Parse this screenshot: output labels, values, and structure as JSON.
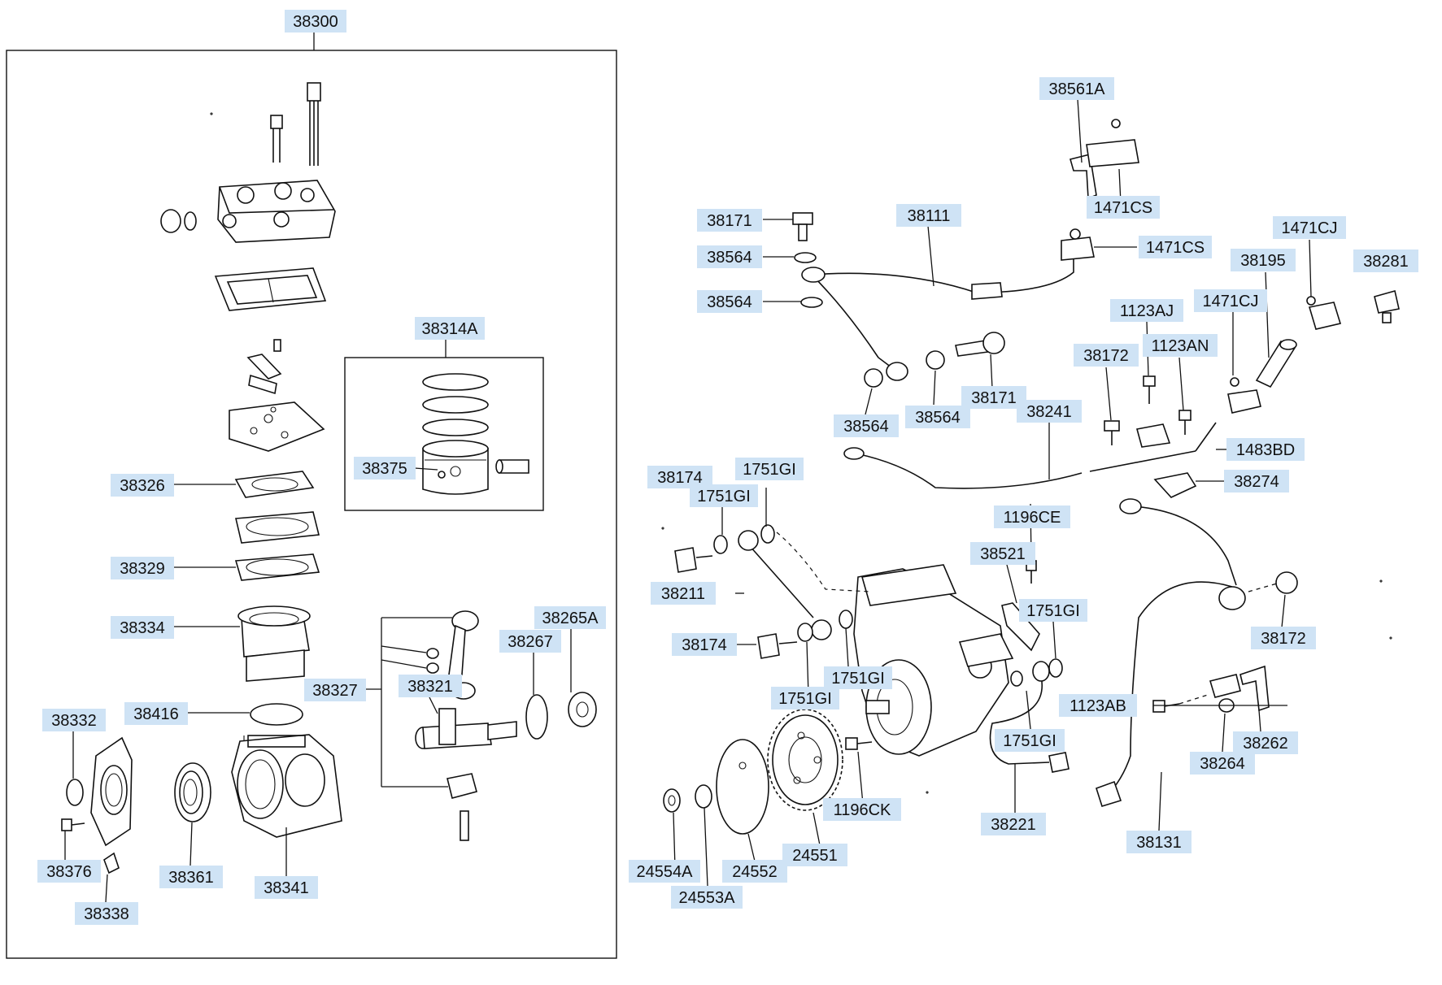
{
  "labels": [
    {
      "id": "38300",
      "text": "38300"
    },
    {
      "id": "38314A",
      "text": "38314A"
    },
    {
      "id": "38375",
      "text": "38375"
    },
    {
      "id": "38326",
      "text": "38326"
    },
    {
      "id": "38329",
      "text": "38329"
    },
    {
      "id": "38334",
      "text": "38334"
    },
    {
      "id": "38416",
      "text": "38416"
    },
    {
      "id": "38332",
      "text": "38332"
    },
    {
      "id": "38376",
      "text": "38376"
    },
    {
      "id": "38338",
      "text": "38338"
    },
    {
      "id": "38361",
      "text": "38361"
    },
    {
      "id": "38341",
      "text": "38341"
    },
    {
      "id": "38327",
      "text": "38327"
    },
    {
      "id": "38321",
      "text": "38321"
    },
    {
      "id": "38267",
      "text": "38267"
    },
    {
      "id": "38265A",
      "text": "38265A"
    },
    {
      "id": "38561A",
      "text": "38561A"
    },
    {
      "id": "1471CS_a",
      "text": "1471CS"
    },
    {
      "id": "1471CS_b",
      "text": "1471CS"
    },
    {
      "id": "38171_a",
      "text": "38171"
    },
    {
      "id": "38111",
      "text": "38111"
    },
    {
      "id": "38564_a",
      "text": "38564"
    },
    {
      "id": "38564_b",
      "text": "38564"
    },
    {
      "id": "38564_c",
      "text": "38564"
    },
    {
      "id": "38564_d",
      "text": "38564"
    },
    {
      "id": "38171_b",
      "text": "38171"
    },
    {
      "id": "38241",
      "text": "38241"
    },
    {
      "id": "1471CJ_a",
      "text": "1471CJ"
    },
    {
      "id": "38195",
      "text": "38195"
    },
    {
      "id": "38281",
      "text": "38281"
    },
    {
      "id": "1123AJ",
      "text": "1123AJ"
    },
    {
      "id": "1471CJ_b",
      "text": "1471CJ"
    },
    {
      "id": "38172_a",
      "text": "38172"
    },
    {
      "id": "1123AN",
      "text": "1123AN"
    },
    {
      "id": "1483BD",
      "text": "1483BD"
    },
    {
      "id": "38274",
      "text": "38274"
    },
    {
      "id": "38174_a",
      "text": "38174"
    },
    {
      "id": "1751GI_a",
      "text": "1751GI"
    },
    {
      "id": "1751GI_b",
      "text": "1751GI"
    },
    {
      "id": "1196CE",
      "text": "1196CE"
    },
    {
      "id": "38521",
      "text": "38521"
    },
    {
      "id": "38211",
      "text": "38211"
    },
    {
      "id": "1751GI_c",
      "text": "1751GI"
    },
    {
      "id": "38174_b",
      "text": "38174"
    },
    {
      "id": "1751GI_d",
      "text": "1751GI"
    },
    {
      "id": "1751GI_e",
      "text": "1751GI"
    },
    {
      "id": "38172_b",
      "text": "38172"
    },
    {
      "id": "1123AB",
      "text": "1123AB"
    },
    {
      "id": "38262",
      "text": "38262"
    },
    {
      "id": "38264",
      "text": "38264"
    },
    {
      "id": "1751GI_f",
      "text": "1751GI"
    },
    {
      "id": "1196CK",
      "text": "1196CK"
    },
    {
      "id": "38221",
      "text": "38221"
    },
    {
      "id": "38131",
      "text": "38131"
    },
    {
      "id": "24551",
      "text": "24551"
    },
    {
      "id": "24552",
      "text": "24552"
    },
    {
      "id": "24554A",
      "text": "24554A"
    },
    {
      "id": "24553A",
      "text": "24553A"
    }
  ]
}
